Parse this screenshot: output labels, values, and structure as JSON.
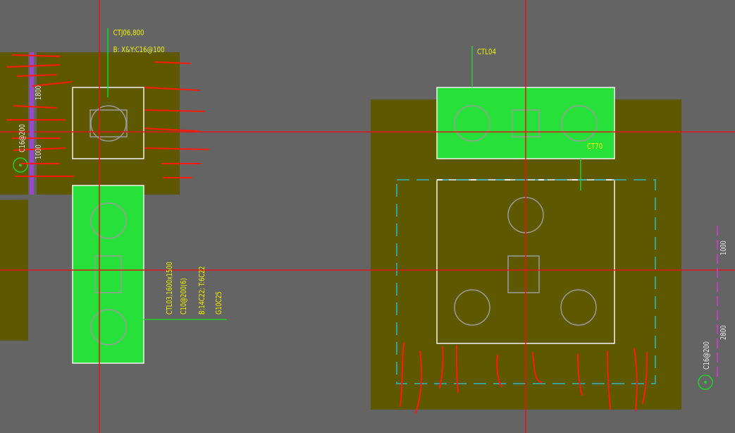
{
  "colors": {
    "background": "#646464",
    "slab": "#5e5800",
    "beam_fill": "#27e03a",
    "outline": "#f2f2f2",
    "axis": "#e0161a",
    "leader": "#21d02a",
    "text": "#f4f400",
    "dashed": "#2fb6c2",
    "dim": "#c040c0",
    "markup": "#ff1a0a",
    "pile": "#9a9a9a"
  },
  "labels": {
    "ctj": "CTJ06,800",
    "ctj_reinf": "B: X&Y:C16@100",
    "ctl04": "CTL04",
    "ct70": "CT70",
    "ctl03_line1": "CTL03,1600x1500",
    "ctl03_line2": "C10@200(6)",
    "ctl03_line3": "B:14C22; T:6C22",
    "ctl03_line4": "G10C25"
  },
  "dimensions": {
    "left_upper": "1800",
    "left_lower": "1000",
    "right_upper": "1000",
    "right_lower": "2800"
  },
  "markers": {
    "left_marker": "C16@200",
    "right_marker": "C16@200"
  }
}
